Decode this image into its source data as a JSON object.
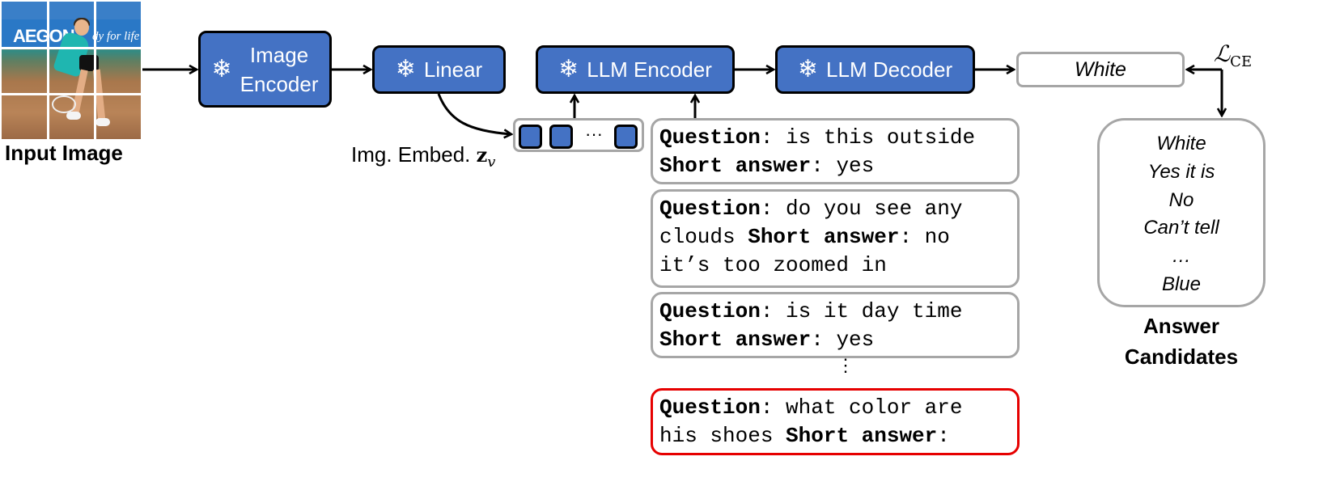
{
  "input_image": {
    "caption": "Input Image",
    "banner_left": "AEGON",
    "banner_right": "dy for life"
  },
  "modules": {
    "image_encoder": {
      "icon": "snowflake-icon",
      "line1": "Image",
      "line2": "Encoder"
    },
    "linear": {
      "icon": "snowflake-icon",
      "label": "Linear"
    },
    "llm_encoder": {
      "icon": "snowflake-icon",
      "label": "LLM Encoder"
    },
    "llm_decoder": {
      "icon": "snowflake-icon",
      "label": "LLM Decoder"
    }
  },
  "embedding": {
    "label": "Img. Embed. ",
    "symbol": "z",
    "subscript": "v",
    "ellipsis": "···"
  },
  "prompts": [
    {
      "q_label": "Question",
      "q_text": ": is this outside",
      "a_label": "Short answer",
      "a_text": ": yes"
    },
    {
      "q_label": "Question",
      "q_text": ": do you see any",
      "q_text2": "clouds ",
      "a_label": "Short answer",
      "a_text": ": no",
      "a_text2": "it’s too zoomed in"
    },
    {
      "q_label": "Question",
      "q_text": ": is it day time",
      "a_label": "Short answer",
      "a_text": ": yes"
    },
    {
      "q_label": "Question",
      "q_text": ": what color are",
      "q_text2": "his shoes ",
      "a_label": "Short answer",
      "a_text": ":"
    }
  ],
  "vertical_ellipsis": "⋮",
  "output": {
    "text": "White"
  },
  "loss": {
    "symbol": "ℒ",
    "subscript": "CE"
  },
  "answer_candidates": {
    "items": [
      "White",
      "Yes it is",
      "No",
      "Can’t tell",
      "…",
      "Blue"
    ],
    "caption_line1": "Answer",
    "caption_line2": "Candidates"
  },
  "colors": {
    "module_fill": "#4472c4",
    "box_border": "#a6a6a6",
    "highlight_border": "#e60000"
  }
}
